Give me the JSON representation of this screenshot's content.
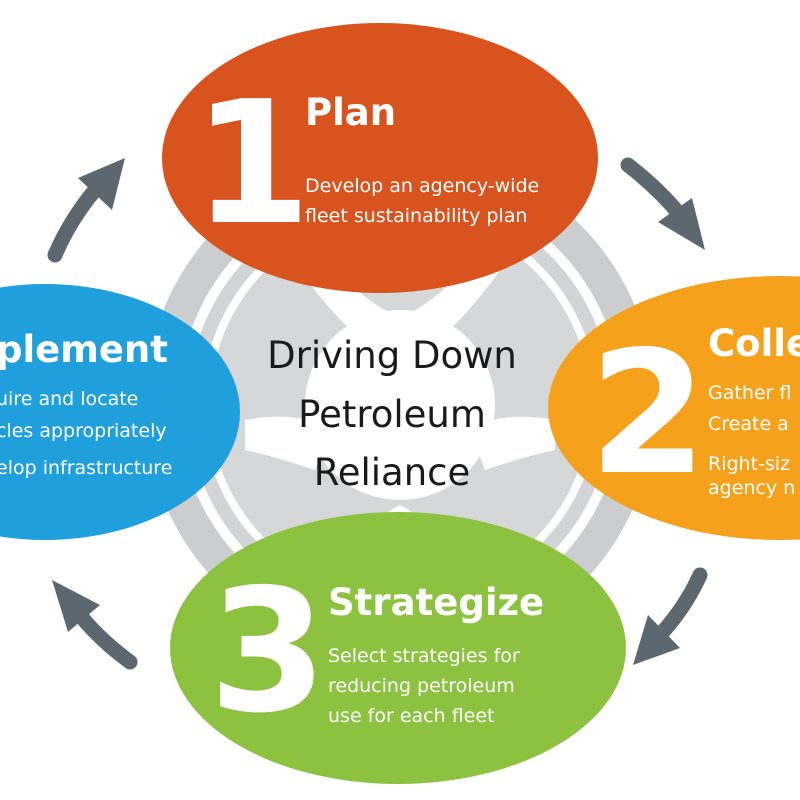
{
  "center": {
    "lines": [
      "Driving Down",
      "Petroleum",
      "Reliance"
    ]
  },
  "steps": {
    "plan": {
      "number": "1",
      "title": "Plan",
      "lines": [
        "Develop an agency-wide",
        "fleet sustainability plan"
      ],
      "color": "#D9531E"
    },
    "collect": {
      "number": "2",
      "title": "Colle",
      "lines": [
        "Gather fl",
        "Create a",
        "Right-siz",
        "agency n"
      ],
      "color": "#F5A11C"
    },
    "strategize": {
      "number": "3",
      "title": "Strategize",
      "lines": [
        "Select strategies for",
        "reducing petroleum",
        "use for each fleet"
      ],
      "color": "#8CC23F"
    },
    "implement": {
      "title": "plement",
      "lines": [
        "uire and locate",
        "cles appropriately",
        "elop infrastructure"
      ],
      "color": "#1FA0DC"
    }
  },
  "colors": {
    "wheel": "#CBCDCF",
    "wheel_inner": "#D5D7D8",
    "arrow": "#5C6770"
  }
}
